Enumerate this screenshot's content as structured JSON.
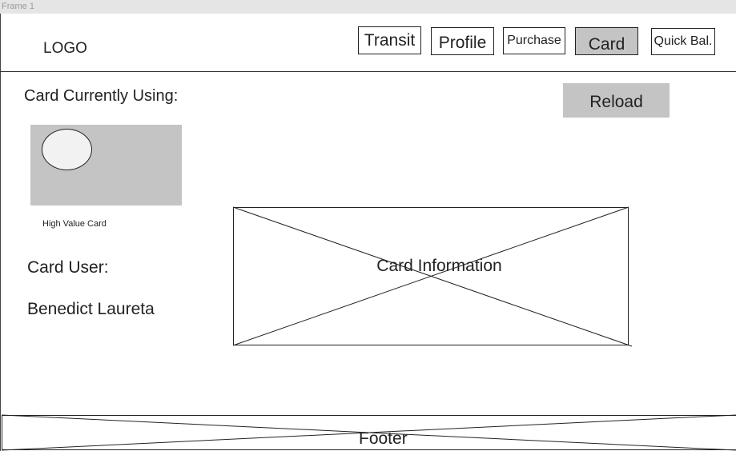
{
  "frame": {
    "label": "Frame 1"
  },
  "header": {
    "logo": "LOGO",
    "nav": {
      "transit": "Transit",
      "profile": "Profile",
      "purchase": "Purchase",
      "card": "Card",
      "quick_bal": "Quick Bal."
    },
    "active_nav": "card"
  },
  "main": {
    "current_card_heading": "Card Currently Using:",
    "reload_label": "Reload",
    "card_type": "High Value Card",
    "card_user_label": "Card User:",
    "card_user_name": "Benedict Laureta",
    "card_info_placeholder": "Card Information"
  },
  "footer": {
    "label": "Footer"
  },
  "colors": {
    "placeholder_fill": "#c4c4c4",
    "chip_fill": "#f2f2f2",
    "frame_bar": "#e5e5e5",
    "stroke": "#222222"
  }
}
